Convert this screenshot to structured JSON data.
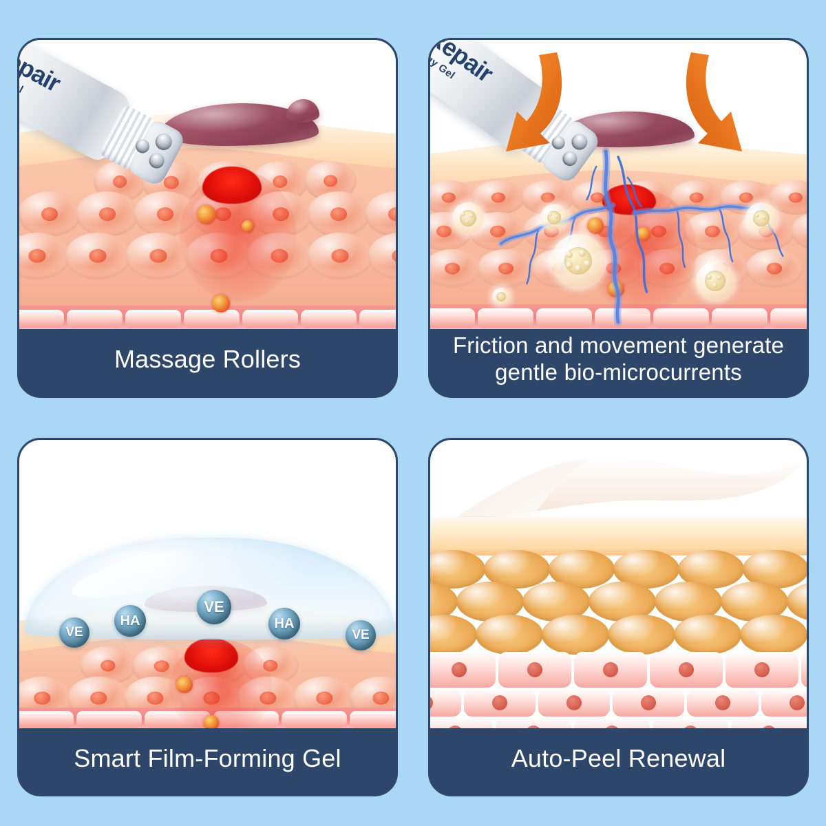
{
  "page": {
    "background_color": "#a9d7f5",
    "card_color": "#2d4669",
    "accent_orange": "#e8761e",
    "badge_color": "#55869f"
  },
  "product": {
    "brand_name": "arRepair",
    "brand_name_full": "ScarRepair",
    "subtitle": "Tri-Energy Gel"
  },
  "panels": [
    {
      "id": "massage-rollers",
      "caption": "Massage Rollers",
      "caption_lines": [
        "Massage Rollers"
      ]
    },
    {
      "id": "bio-microcurrents",
      "caption": "Friction and movement generate gentle bio-microcurrents",
      "caption_lines": [
        "Friction and movement generate",
        "gentle bio-microcurrents"
      ]
    },
    {
      "id": "smart-film-forming-gel",
      "caption": "Smart Film-Forming Gel",
      "caption_lines": [
        "Smart Film-Forming Gel"
      ]
    },
    {
      "id": "auto-peel-renewal",
      "caption": "Auto-Peel Renewal",
      "caption_lines": [
        "Auto-Peel Renewal"
      ]
    }
  ],
  "ingredient_badges": [
    {
      "label": "VE"
    },
    {
      "label": "HA"
    },
    {
      "label": "VE"
    },
    {
      "label": "HA"
    },
    {
      "label": "VE"
    }
  ]
}
